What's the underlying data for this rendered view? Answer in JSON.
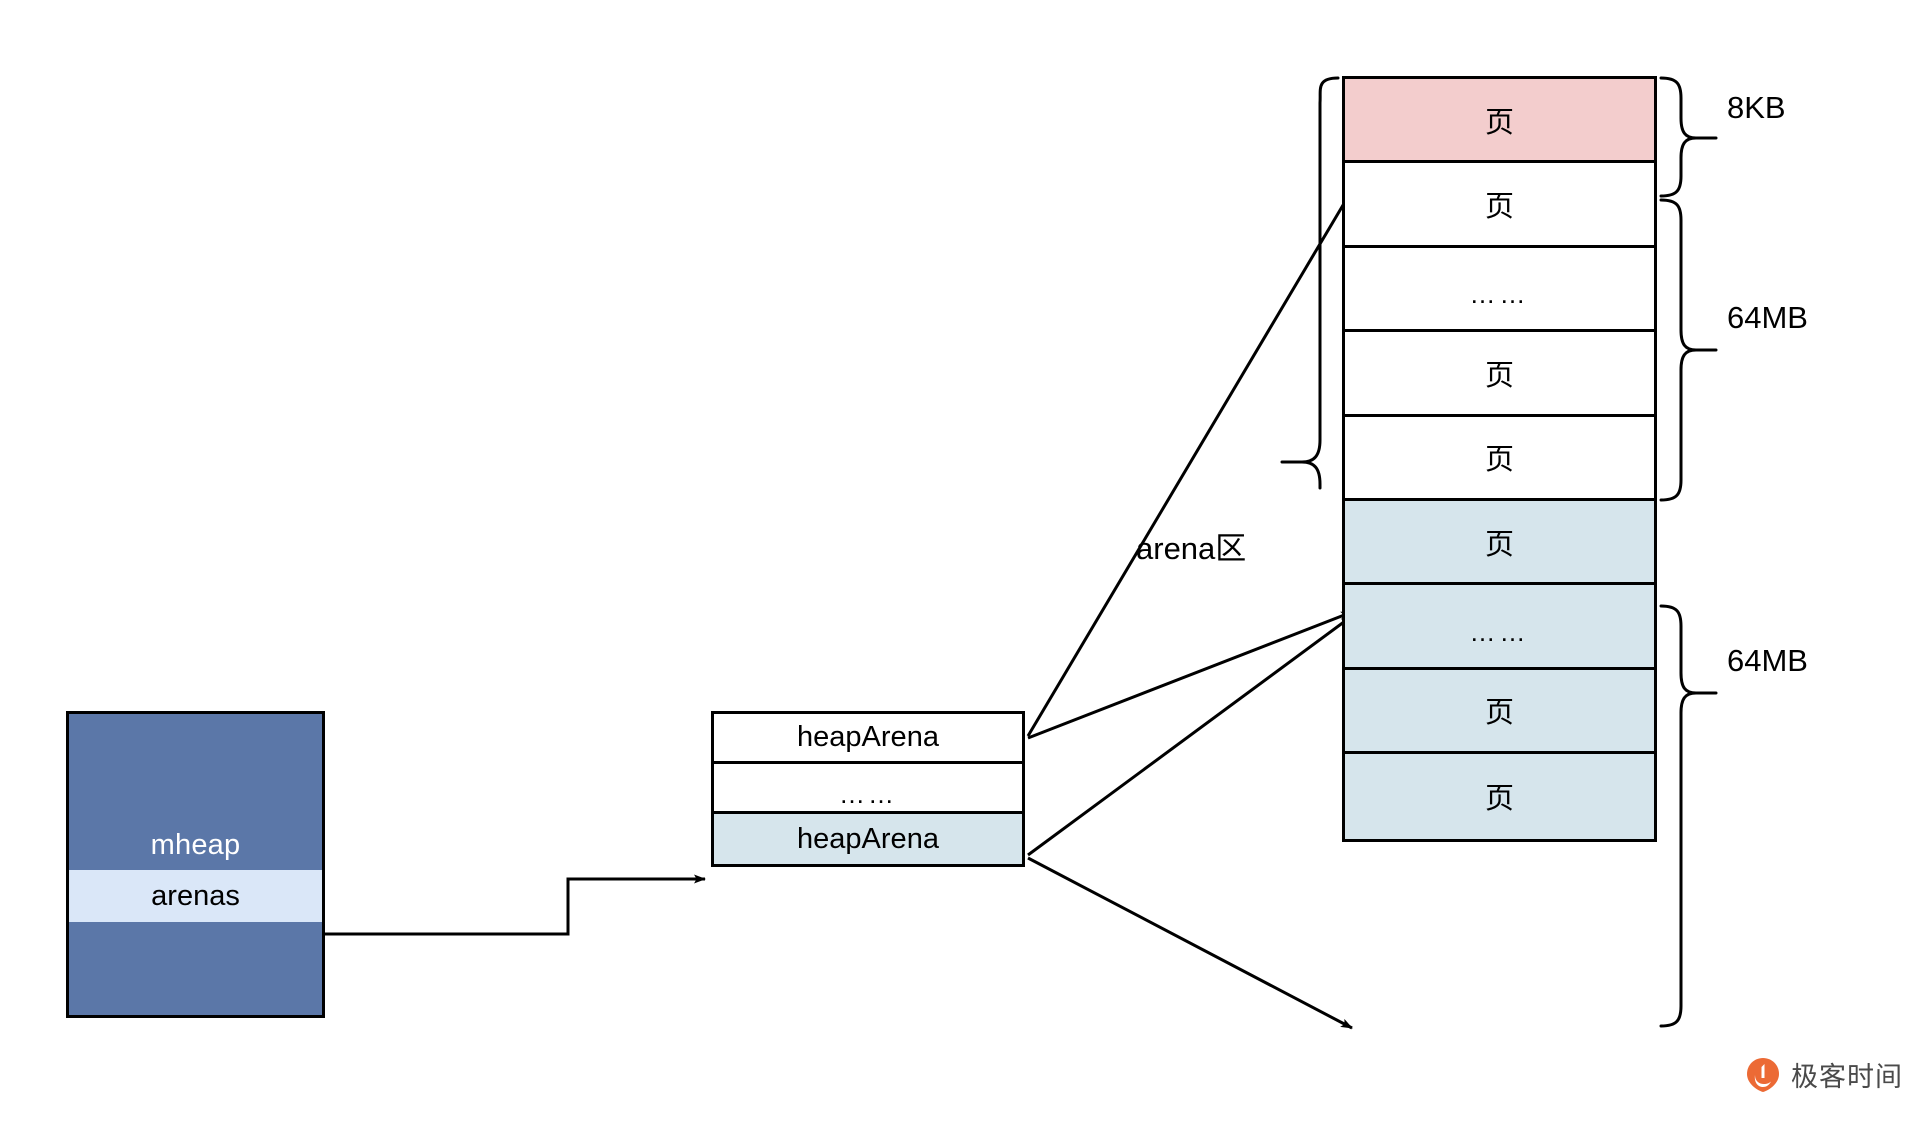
{
  "diagram": {
    "title": "Go mheap arenas memory layout",
    "colors": {
      "mheap_fill": "#5b77a8",
      "arenas_fill": "#dae7f8",
      "page_pink": "#f3cdcd",
      "page_blue": "#d6e5ec",
      "stroke": "#000000",
      "watermark_orange": "#ec6a35"
    }
  },
  "mheap": {
    "title": "mheap",
    "arenas_label": "arenas"
  },
  "arena_table": {
    "rows": [
      {
        "label": "heapArena",
        "highlight": false
      },
      {
        "label": "……",
        "highlight": false
      },
      {
        "label": "heapArena",
        "highlight": true
      }
    ]
  },
  "page_column": {
    "cells": [
      {
        "label": "页",
        "color": "pink"
      },
      {
        "label": "页",
        "color": "white"
      },
      {
        "label": "……",
        "color": "white"
      },
      {
        "label": "页",
        "color": "white"
      },
      {
        "label": "页",
        "color": "white"
      },
      {
        "label": "页",
        "color": "blue"
      },
      {
        "label": "……",
        "color": "blue"
      },
      {
        "label": "页",
        "color": "blue"
      },
      {
        "label": "页",
        "color": "blue"
      }
    ]
  },
  "labels": {
    "size_8kb": "8KB",
    "size_64mb_top": "64MB",
    "size_64mb_bottom": "64MB",
    "arena_zone": "arena区"
  },
  "watermark": {
    "text": "极客时间",
    "logo": "geektime-logo-icon"
  }
}
